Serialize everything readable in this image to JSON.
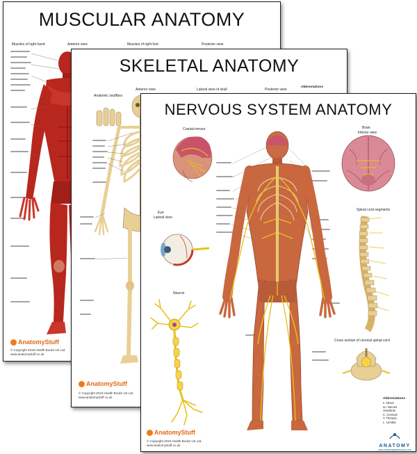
{
  "posters": {
    "muscular": {
      "title": "MUSCULAR ANATOMY",
      "view_labels": [
        "Muscles of right hand",
        "Anterior view",
        "Muscles of right foot",
        "Posterior view"
      ],
      "brand": "AnatomyStuff",
      "copyright_lines": [
        "© Copyright 2019 Health Books UK Ltd.",
        "www.anatomystuff.co.uk"
      ]
    },
    "skeletal": {
      "title": "SKELETAL ANATOMY",
      "view_labels": [
        "Anterior view",
        "Lateral view of skull",
        "Posterior view",
        "Anatomic snuffbox"
      ],
      "abbreviations_title": "Abbreviations",
      "brand": "AnatomyStuff",
      "copyright_lines": [
        "© Copyright 2019 Health Books UK Ltd.",
        "www.anatomystuff.co.uk"
      ]
    },
    "nervous": {
      "title": "NERVOUS SYSTEM ANATOMY",
      "section_labels": {
        "cranial_nerves": "Cranial nerves",
        "brain": "Brain",
        "brain_sub": "Inferior view",
        "eye": "Eye",
        "eye_sub": "Lateral view",
        "spinal_cord": "Spinal cord segments",
        "neuron": "Neuron",
        "cross_section": "Cross section of cervical spinal cord"
      },
      "abbreviations": {
        "title": "Abbreviations",
        "lines": [
          "n.  Nerve",
          "nn. Nerves",
          "Vertebrae",
          "C. Cervical",
          "T. Thoracic",
          "L. Lumbar"
        ]
      },
      "brand": "AnatomyStuff",
      "copyright_lines": [
        "© Copyright 2019 Health Books UK Ltd.",
        "www.anatomystuff.co.uk"
      ],
      "seal": {
        "name": "ANATOMY",
        "sub": "www.anatomywarehouse.com"
      }
    }
  },
  "colors": {
    "muscle": "#b8271e",
    "bone": "#e8cf96",
    "nerve": "#e6c21e",
    "skin": "#c9673f",
    "brand_orange": "#e06a12"
  }
}
